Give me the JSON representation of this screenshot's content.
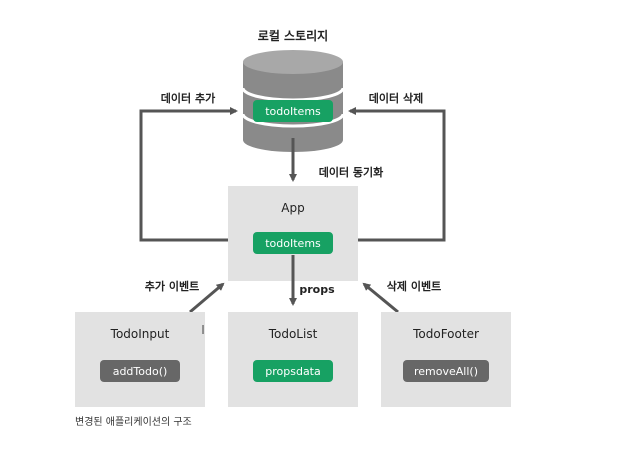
{
  "diagram": {
    "storage_label": "로컬 스토리지",
    "storage_pill": "todoItems",
    "add_data_label": "데이터 추가",
    "delete_data_label": "데이터 삭제",
    "sync_label": "데이터 동기화",
    "app": {
      "title": "App",
      "pill": "todoItems"
    },
    "props_label": "props",
    "add_event_label": "추가 이벤트",
    "delete_event_label": "삭제 이벤트",
    "todo_input": {
      "title": "TodoInput",
      "button": "addTodo()"
    },
    "todo_list": {
      "title": "TodoList",
      "pill": "propsdata"
    },
    "todo_footer": {
      "title": "TodoFooter",
      "button": "removeAll()"
    },
    "caption": "변경된 애플리케이션의 구조",
    "colors": {
      "green": "#17a163",
      "dark_button": "#676767",
      "box_fill": "#e2e2e2",
      "cylinder_fill": "#8a8a8a",
      "cylinder_top": "#a8a8a8",
      "arrow": "#555555"
    }
  }
}
